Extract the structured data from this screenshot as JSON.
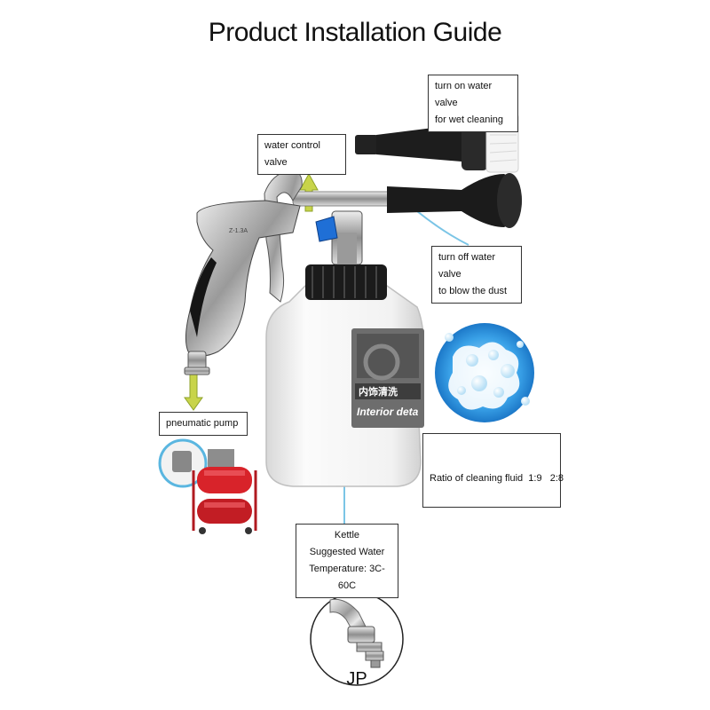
{
  "title": "Product Installation Guide",
  "callouts": {
    "water_on": [
      "turn on water valve",
      "for wet cleaning"
    ],
    "water_control": "water control valve",
    "water_off": [
      "turn off water valve",
      "to blow the dust"
    ],
    "pump": "pneumatic pump",
    "ratio": "Ratio of cleaning fluid  1:9   2:8",
    "kettle": [
      "Kettle",
      "Suggested Water",
      "Temperature: 3C-60C"
    ],
    "connector": "JP"
  },
  "bottle_label": [
    "内饰清洗",
    "Interior deta"
  ],
  "gun_marking": "Z-1.3A",
  "colors": {
    "accent_blue": "#5ab6e0",
    "arrow_yellow": "#c8d44a",
    "pump_red": "#d8232a",
    "valve_blue": "#1f6fd6"
  }
}
